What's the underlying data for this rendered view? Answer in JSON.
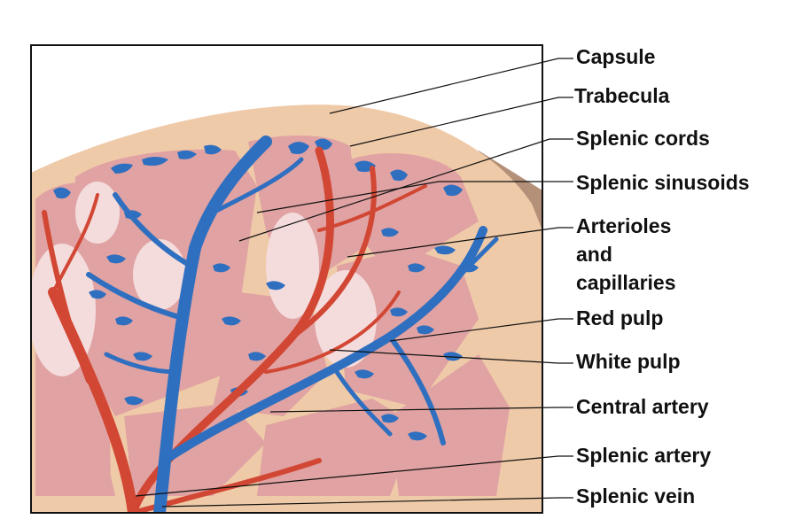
{
  "labels": {
    "capsule": "Capsule",
    "trabecula": "Trabecula",
    "splenic_cords": "Splenic cords",
    "splenic_sinusoids": "Splenic sinusoids",
    "arterioles_line1": "Arterioles",
    "arterioles_line2": "and",
    "arterioles_line3": "capillaries",
    "red_pulp": "Red pulp",
    "white_pulp": "White pulp",
    "central_artery": "Central artery",
    "splenic_artery": "Splenic artery",
    "splenic_vein": "Splenic vein"
  },
  "colors": {
    "capsule": "#efcaa8",
    "red_pulp": "#e0a2a2",
    "white_pulp": "#f4dcdc",
    "artery": "#d24734",
    "vein": "#2f6fc0",
    "outer_tissue": "#b49078"
  }
}
